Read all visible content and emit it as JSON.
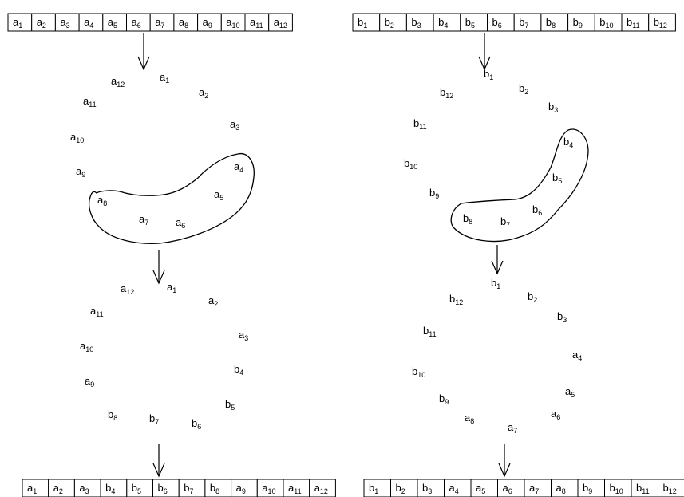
{
  "top_left_array": {
    "label": "array-a-original",
    "cells": [
      [
        "a",
        "1"
      ],
      [
        "a",
        "2"
      ],
      [
        "a",
        "3"
      ],
      [
        "a",
        "4"
      ],
      [
        "a",
        "5"
      ],
      [
        "a",
        "6"
      ],
      [
        "a",
        "7"
      ],
      [
        "a",
        "8"
      ],
      [
        "a",
        "9"
      ],
      [
        "a",
        "10"
      ],
      [
        "a",
        "11"
      ],
      [
        "a",
        "12"
      ]
    ]
  },
  "top_right_array": {
    "label": "array-b-original",
    "cells": [
      [
        "b",
        "1"
      ],
      [
        "b",
        "2"
      ],
      [
        "b",
        "3"
      ],
      [
        "b",
        "4"
      ],
      [
        "b",
        "5"
      ],
      [
        "b",
        "6"
      ],
      [
        "b",
        "7"
      ],
      [
        "b",
        "8"
      ],
      [
        "b",
        "9"
      ],
      [
        "b",
        "10"
      ],
      [
        "b",
        "11"
      ],
      [
        "b",
        "12"
      ]
    ]
  },
  "left_ring_top": {
    "items": [
      [
        "a",
        "1"
      ],
      [
        "a",
        "2"
      ],
      [
        "a",
        "3"
      ],
      [
        "a",
        "4"
      ],
      [
        "a",
        "5"
      ],
      [
        "a",
        "6"
      ],
      [
        "a",
        "7"
      ],
      [
        "a",
        "8"
      ],
      [
        "a",
        "9"
      ],
      [
        "a",
        "10"
      ],
      [
        "a",
        "11"
      ],
      [
        "a",
        "12"
      ]
    ],
    "selected_segment": [
      "a4",
      "a5",
      "a6",
      "a7",
      "a8"
    ]
  },
  "right_ring_top": {
    "items": [
      [
        "b",
        "1"
      ],
      [
        "b",
        "2"
      ],
      [
        "b",
        "3"
      ],
      [
        "b",
        "4"
      ],
      [
        "b",
        "5"
      ],
      [
        "b",
        "6"
      ],
      [
        "b",
        "7"
      ],
      [
        "b",
        "8"
      ],
      [
        "b",
        "9"
      ],
      [
        "b",
        "10"
      ],
      [
        "b",
        "11"
      ],
      [
        "b",
        "12"
      ]
    ],
    "selected_segment": [
      "b4",
      "b5",
      "b6",
      "b7",
      "b8"
    ]
  },
  "left_ring_bottom": {
    "items": [
      [
        "a",
        "1"
      ],
      [
        "a",
        "2"
      ],
      [
        "a",
        "3"
      ],
      [
        "b",
        "4"
      ],
      [
        "b",
        "5"
      ],
      [
        "b",
        "6"
      ],
      [
        "b",
        "7"
      ],
      [
        "b",
        "8"
      ],
      [
        "a",
        "9"
      ],
      [
        "a",
        "10"
      ],
      [
        "a",
        "11"
      ],
      [
        "a",
        "12"
      ]
    ]
  },
  "right_ring_bottom": {
    "items": [
      [
        "b",
        "1"
      ],
      [
        "b",
        "2"
      ],
      [
        "b",
        "3"
      ],
      [
        "a",
        "4"
      ],
      [
        "a",
        "5"
      ],
      [
        "a",
        "6"
      ],
      [
        "a",
        "7"
      ],
      [
        "a",
        "8"
      ],
      [
        "b",
        "9"
      ],
      [
        "b",
        "10"
      ],
      [
        "b",
        "11"
      ],
      [
        "b",
        "12"
      ]
    ]
  },
  "bottom_left_array": {
    "cells": [
      [
        "a",
        "1"
      ],
      [
        "a",
        "2"
      ],
      [
        "a",
        "3"
      ],
      [
        "b",
        "4"
      ],
      [
        "b",
        "5"
      ],
      [
        "b",
        "6"
      ],
      [
        "b",
        "7"
      ],
      [
        "b",
        "8"
      ],
      [
        "a",
        "9"
      ],
      [
        "a",
        "10"
      ],
      [
        "a",
        "11"
      ],
      [
        "a",
        "12"
      ]
    ]
  },
  "bottom_right_array": {
    "cells": [
      [
        "b",
        "1"
      ],
      [
        "b",
        "2"
      ],
      [
        "b",
        "3"
      ],
      [
        "a",
        "4"
      ],
      [
        "a",
        "5"
      ],
      [
        "a",
        "6"
      ],
      [
        "a",
        "7"
      ],
      [
        "a",
        "8"
      ],
      [
        "b",
        "9"
      ],
      [
        "b",
        "10"
      ],
      [
        "b",
        "11"
      ],
      [
        "b",
        "12"
      ]
    ]
  }
}
